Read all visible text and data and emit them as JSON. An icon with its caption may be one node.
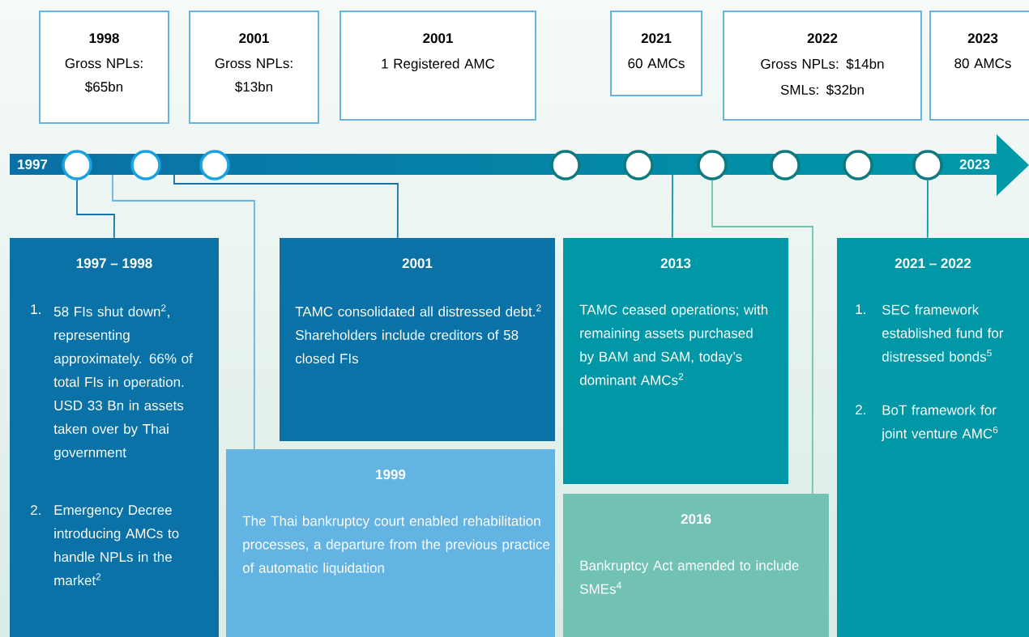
{
  "diagram": {
    "nodes": [
      {
        "text": [
          "1998",
          "Gross NPLs: $65bn"
        ]
      },
      {
        "text": [
          "2001",
          "Gross NPLs: $13bn"
        ]
      },
      {
        "text": [
          "2001",
          "1 Registered AMC"
        ]
      },
      {
        "text": [
          "2021",
          "60 AMCs"
        ]
      },
      {
        "text": [
          "2022",
          "Gross NPLs: $14bn",
          "SMLs: $32bn"
        ]
      },
      {
        "text": [
          "2023",
          "80 AMCs"
        ]
      },
      {
        "text": [],
        "shape": "circle"
      },
      {
        "text": [],
        "shape": "circle"
      },
      {
        "text": [],
        "shape": "circle"
      },
      {
        "text": [],
        "shape": "circle"
      },
      {
        "text": [],
        "shape": "circle"
      },
      {
        "text": [],
        "shape": "circle"
      },
      {
        "text": [],
        "shape": "circle"
      },
      {
        "text": [],
        "shape": "circle"
      },
      {
        "text": [],
        "shape": "circle"
      },
      {
        "text": [
          "1997 – 1998",
          "1.",
          "58 FIs shut down$^{2}$, representing approximately. 66% of total FIs in operation. USD 33 Bn in assets taken over by Thai government",
          "2.",
          "Emergency Decree introducing AMCs to handle NPLs in the market$^{2}$"
        ]
      },
      {
        "text": [
          "2001",
          "TAMC consolidated all distressed debt.$^{2}$ Shareholders include creditors of 58 closed FIs"
        ]
      },
      {
        "text": [
          "1999",
          "The Thai bankruptcy court enabled rehabilitation processes, a departure from the previous practice of automatic liquidation"
        ]
      },
      {
        "text": [
          "2013",
          "TAMC ceased operations; with remaining assets purchased by BAM and SAM, today’s dominant AMCs$^{2}$"
        ]
      },
      {
        "text": [
          "2016",
          "Bankruptcy Act amended to include SMEs$^{4}$"
        ]
      },
      {
        "text": [
          "2021 – 2022",
          "1.",
          "SEC framework established fund for distressed bonds$^{5}$",
          "2.",
          "BoT framework for joint venture AMC$^{6}$"
        ]
      }
    ],
    "edges": [
      {
        "from": 6,
        "to": 15,
        "arrow": "none",
        "color": "#1474a5"
      },
      {
        "from": null,
        "to": 17,
        "arrow": "none",
        "color": "#64b4e4"
      },
      {
        "from": null,
        "to": 16,
        "arrow": "none",
        "color": "#1474a5"
      },
      {
        "from": null,
        "to": 18,
        "arrow": "none",
        "color": "#0e98a5"
      },
      {
        "from": 11,
        "to": 19,
        "arrow": "none",
        "color": "#72c2b3"
      },
      {
        "from": 14,
        "to": 20,
        "arrow": "none",
        "color": "#0e98a5"
      }
    ],
    "labels": [
      "1997",
      "2023"
    ]
  }
}
